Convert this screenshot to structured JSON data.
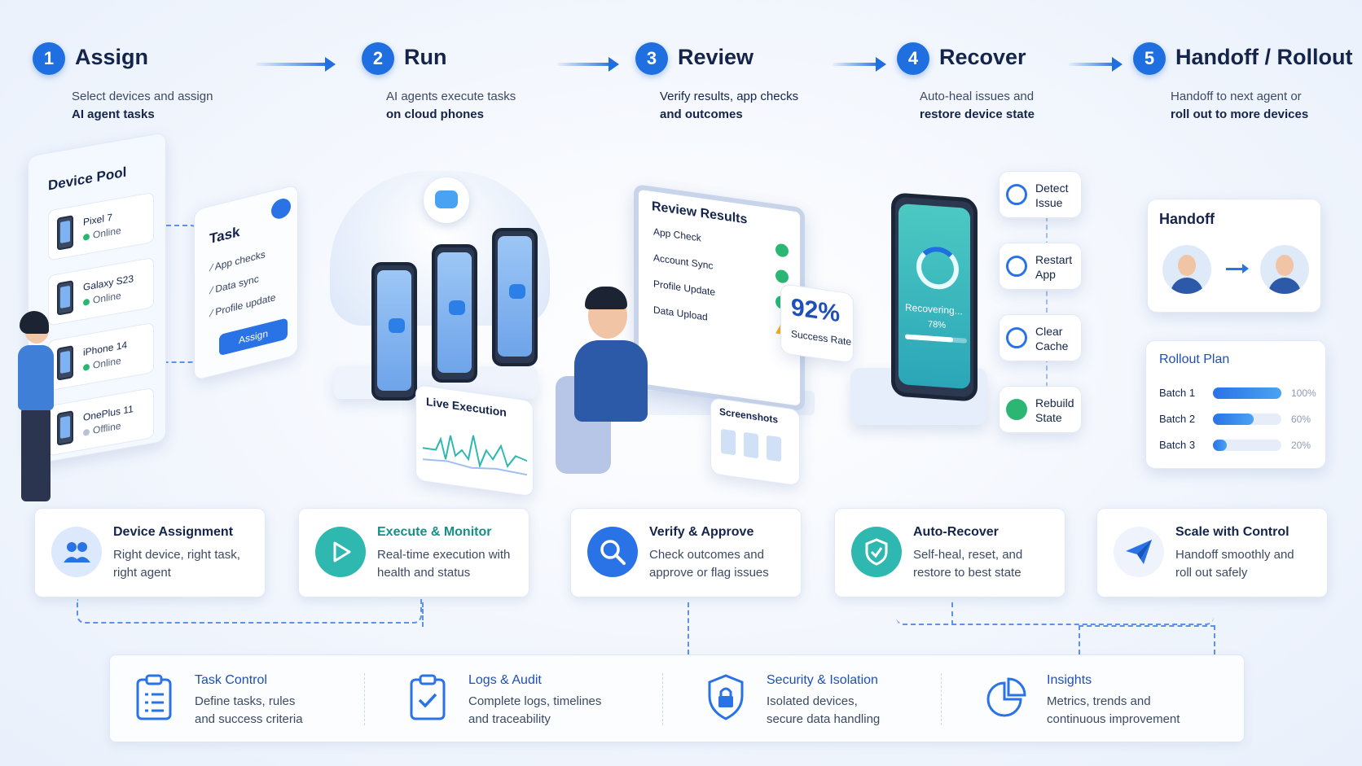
{
  "steps": [
    {
      "num": "1",
      "title": "Assign",
      "desc1": "Select devices and assign",
      "desc2": "AI agent tasks"
    },
    {
      "num": "2",
      "title": "Run",
      "desc1": "AI agents execute tasks",
      "desc2": "on cloud phones"
    },
    {
      "num": "3",
      "title": "Review",
      "desc1": "Verify results, app checks",
      "desc2": "and outcomes"
    },
    {
      "num": "4",
      "title": "Recover",
      "desc1": "Auto-heal issues and",
      "desc2": "restore device state"
    },
    {
      "num": "5",
      "title": "Handoff / Rollout",
      "desc1": "Handoff to next agent or",
      "desc2": "roll out to more devices"
    }
  ],
  "device_pool": {
    "title": "Device Pool",
    "devices": [
      {
        "name": "Pixel 7",
        "status": "Online"
      },
      {
        "name": "Galaxy S23",
        "status": "Online"
      },
      {
        "name": "iPhone 14",
        "status": "Online"
      },
      {
        "name": "OnePlus 11",
        "status": "Offline"
      }
    ]
  },
  "task_card": {
    "title": "Task",
    "items": [
      "App checks",
      "Data sync",
      "Profile update"
    ],
    "assign_label": "Assign"
  },
  "run": {
    "live_title": "Live Execution"
  },
  "review": {
    "title": "Review Results",
    "rows": [
      {
        "label": "App Check",
        "status": "ok"
      },
      {
        "label": "Account Sync",
        "status": "ok"
      },
      {
        "label": "Profile Update",
        "status": "ok"
      },
      {
        "label": "Data Upload",
        "status": "warn"
      }
    ],
    "success_value": "92%",
    "success_label": "Success Rate",
    "screenshots_label": "Screenshots"
  },
  "recover": {
    "phone_text": "Recovering...",
    "phone_percent": "78%",
    "progress": 0.78,
    "actions": [
      {
        "line1": "Detect",
        "line2": "Issue"
      },
      {
        "line1": "Restart",
        "line2": "App"
      },
      {
        "line1": "Clear",
        "line2": "Cache"
      },
      {
        "line1": "Rebuild",
        "line2": "State"
      }
    ]
  },
  "handoff": {
    "title": "Handoff"
  },
  "rollout": {
    "title": "Rollout Plan",
    "batches": [
      {
        "label": "Batch 1",
        "percent": 100,
        "text": "100%"
      },
      {
        "label": "Batch 2",
        "percent": 60,
        "text": "60%"
      },
      {
        "label": "Batch 3",
        "percent": 20,
        "text": "20%"
      }
    ]
  },
  "capabilities": [
    {
      "title": "Device Assignment",
      "line1": "Right device, right task,",
      "line2": "right agent",
      "color": "#14244a",
      "icon": "users-icon"
    },
    {
      "title": "Execute & Monitor",
      "line1": "Real-time execution with",
      "line2": "health and status",
      "color": "#178f86",
      "icon": "play-icon"
    },
    {
      "title": "Verify & Approve",
      "line1": "Check outcomes and",
      "line2": "approve or flag issues",
      "color": "#14244a",
      "icon": "search-icon"
    },
    {
      "title": "Auto-Recover",
      "line1": "Self-heal, reset, and",
      "line2": "restore to best state",
      "color": "#14244a",
      "icon": "shield-check-icon"
    },
    {
      "title": "Scale with Control",
      "line1": "Handoff smoothly and",
      "line2": "roll out safely",
      "color": "#14244a",
      "icon": "paper-plane-icon"
    }
  ],
  "foundation": [
    {
      "title": "Task Control",
      "line1": "Define tasks, rules",
      "line2": "and success criteria",
      "icon": "clipboard-list-icon"
    },
    {
      "title": "Logs & Audit",
      "line1": "Complete logs, timelines",
      "line2": "and traceability",
      "icon": "clipboard-check-icon"
    },
    {
      "title": "Security & Isolation",
      "line1": "Isolated devices,",
      "line2": "secure data handling",
      "icon": "shield-lock-icon"
    },
    {
      "title": "Insights",
      "line1": "Metrics, trends and",
      "line2": "continuous improvement",
      "icon": "pie-chart-icon"
    }
  ],
  "colors": {
    "primary": "#1f6fe0",
    "success": "#2bb673",
    "warning": "#f2b01e",
    "teal": "#2fb8b0",
    "navy": "#14244a"
  }
}
